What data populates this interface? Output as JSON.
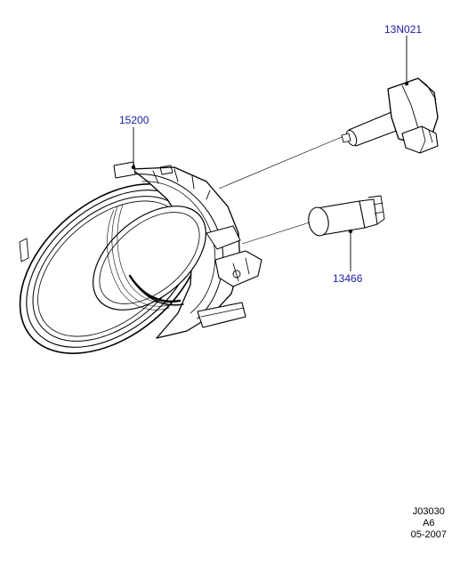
{
  "parts": {
    "lamp_housing": {
      "number": "15200"
    },
    "bulb_main": {
      "number": "13N021"
    },
    "bulb_side": {
      "number": "13466"
    }
  },
  "reference": {
    "code": "J03030",
    "sheet": "A6",
    "date": "05-2007"
  },
  "colors": {
    "label_text": "#1a1aa6",
    "line_art": "#000000",
    "background": "#ffffff"
  }
}
